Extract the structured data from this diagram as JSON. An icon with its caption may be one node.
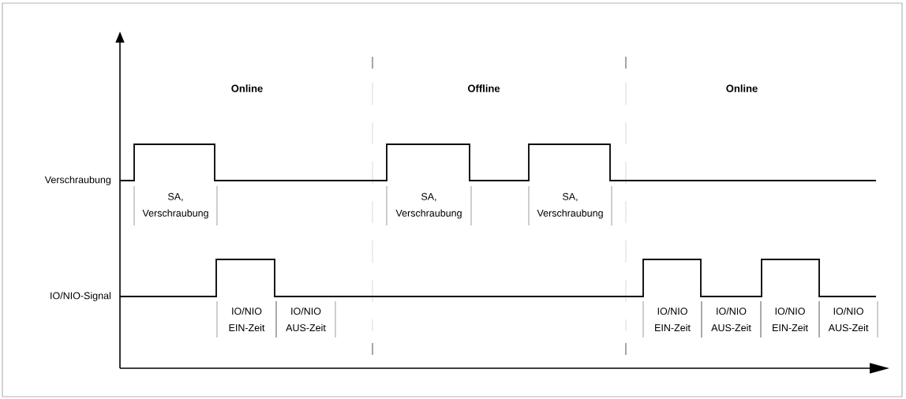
{
  "diagram": {
    "labels": [
      "Online",
      "Offline",
      "Online",
      "Verschraubung",
      "SA, Verschraubung",
      "SA, Verschraubung",
      "SA, Verschraubung",
      "IO/NIO-Signal",
      "IO/NIO EIN-Zeit",
      "IO/NIO AUS-Zeit",
      "IO/NIO EIN-Zeit",
      "IO/NIO AUS-Zeit",
      "IO/NIO EIN-Zeit",
      "IO/NIO AUS-Zeit"
    ]
  }
}
